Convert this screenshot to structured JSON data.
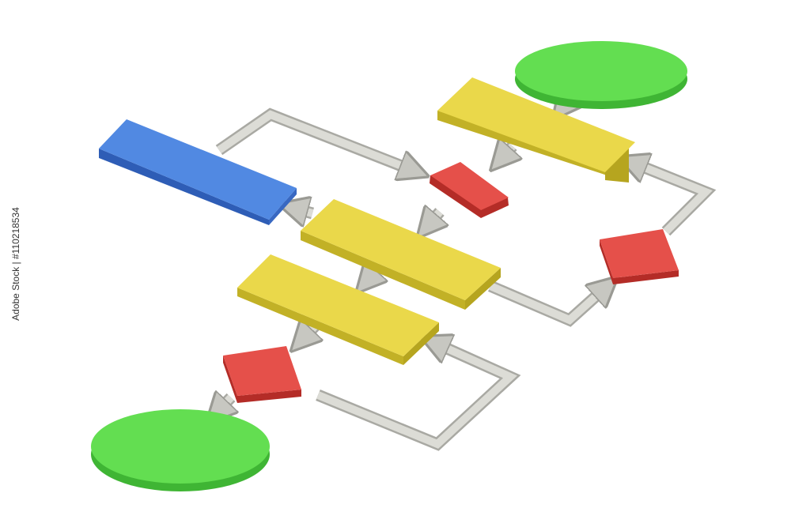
{
  "watermark_id": "Adobe Stock | #110218534",
  "colors": {
    "start_end": "#5fd94e",
    "process": "#ead84a",
    "decision": "#e64b45",
    "input": "#4f86e0",
    "connector": "#d2d2cc"
  },
  "nodes": [
    {
      "id": "start-ellipse",
      "shape": "ellipse",
      "color": "start_end"
    },
    {
      "id": "process-box-1",
      "shape": "rectangle",
      "color": "process"
    },
    {
      "id": "decision-diamond-1",
      "shape": "square",
      "color": "decision"
    },
    {
      "id": "input-box",
      "shape": "rectangle",
      "color": "input"
    },
    {
      "id": "process-box-2",
      "shape": "rectangle",
      "color": "process"
    },
    {
      "id": "decision-diamond-2",
      "shape": "square",
      "color": "decision"
    },
    {
      "id": "process-box-3",
      "shape": "rectangle",
      "color": "process"
    },
    {
      "id": "decision-diamond-3",
      "shape": "square",
      "color": "decision"
    },
    {
      "id": "end-ellipse",
      "shape": "ellipse",
      "color": "start_end"
    }
  ]
}
